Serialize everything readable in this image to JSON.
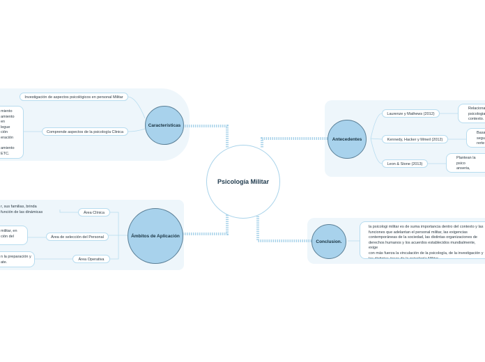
{
  "center": {
    "label": "Psicología Militar"
  },
  "caracteristicas": {
    "label": "Características",
    "items": [
      "Investigación de aspectos psicológicos en personal Militar",
      "Comprende aspectos de la psicología Clinica"
    ],
    "detail": "miento\namiento\nen\nlegue\nción\neración\n\namiento\nETC."
  },
  "ambitos": {
    "label": "Ámbitos de Aplicación",
    "items": [
      "Área Clínica",
      "Área de selección del Personal",
      "Área Operativa"
    ],
    "details": [
      "r, sus familias, brinda\nfunción de las dinámicas",
      "militar, en\nción del",
      "n la preparación y\nate."
    ]
  },
  "antecedentes": {
    "label": "Antecedentes",
    "items": [
      "Laurenze y Mathews (2012)",
      "Kennedy, Hacker y Mmeil (2012)",
      "Leon & Stone (2013)"
    ],
    "details": [
      "Relaciona\npsicologia\ncontexto.",
      "Basa\nsegu\nrerte",
      "Plantean la psico\nanseria, selecció\nen el acompañam"
    ]
  },
  "conclusion": {
    "label": "Conclusion.",
    "text": "la psicologi militar es de suma importancia dentro del contexto y las\nfunciones que adelantan el personal militar, las exigencias\ncontemporáneas de la sociedad, las distintas organizaciones de\nderechos humanos y los acuerdos establecidos mundialmente, exige\ncon más fuerza la vinculación de la psicología, de la investigación y\nlas distintas áreas de la psicología Militar."
  }
}
